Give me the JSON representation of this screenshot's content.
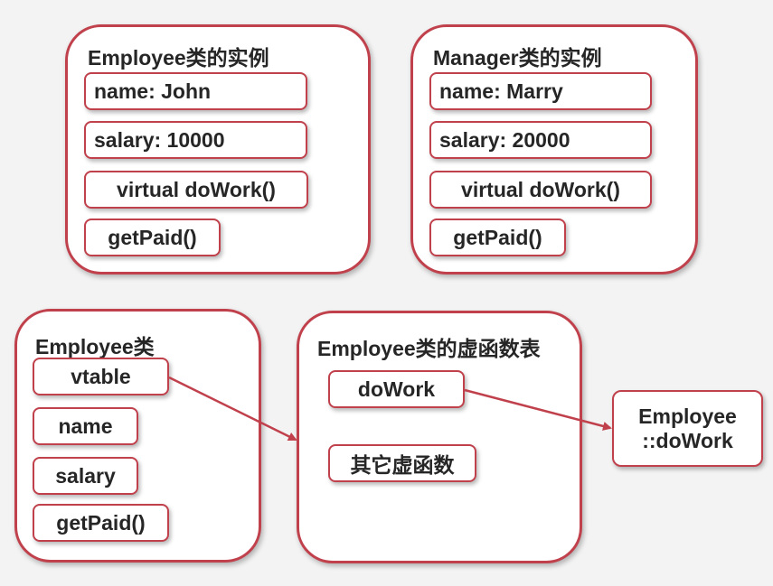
{
  "employee_instance": {
    "title": "Employee类的实例",
    "fields": [
      "name: John",
      "salary: 10000",
      "virtual doWork()",
      "getPaid()"
    ]
  },
  "manager_instance": {
    "title": "Manager类的实例",
    "fields": [
      "name: Marry",
      "salary: 20000",
      "virtual doWork()",
      "getPaid()"
    ]
  },
  "employee_class": {
    "title": "Employee类",
    "fields": [
      "vtable",
      "name",
      "salary",
      "getPaid()"
    ]
  },
  "vtable": {
    "title": "Employee类的虚函数表",
    "entries": [
      "doWork",
      "其它虚函数"
    ]
  },
  "target_function": {
    "line1": "Employee",
    "line2": "::doWork"
  },
  "colors": {
    "border": "#c0414c",
    "background": "#f3f3f3",
    "text": "#262626"
  }
}
